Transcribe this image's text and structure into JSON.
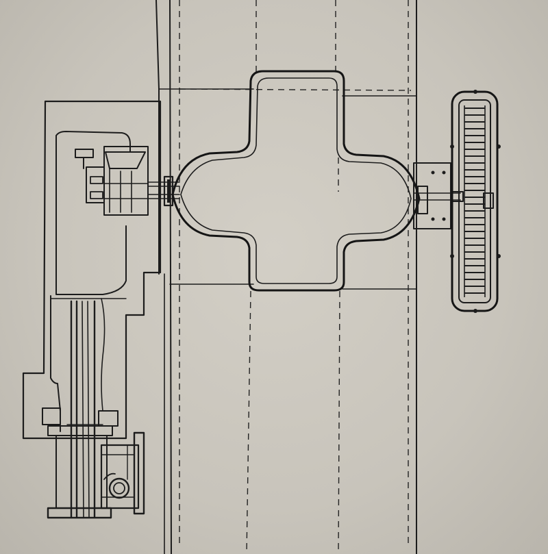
{
  "drawing": {
    "type": "mechanical-plan-view",
    "line_color": "#1c1c1c",
    "paper_color": "#c9c5bc"
  },
  "components": [
    {
      "name": "drive-motor-assembly",
      "icon": "motor-icon"
    },
    {
      "name": "vertical-shaft-housing",
      "icon": "shaft-icon"
    },
    {
      "name": "gearbox-housing",
      "icon": "gearbox-icon"
    },
    {
      "name": "shaft-coupling",
      "icon": "coupling-icon"
    },
    {
      "name": "central-casing",
      "icon": "casing-icon"
    },
    {
      "name": "handwheel-flywheel",
      "icon": "flywheel-icon"
    },
    {
      "name": "base-pipe-flange",
      "icon": "flange-icon"
    }
  ]
}
